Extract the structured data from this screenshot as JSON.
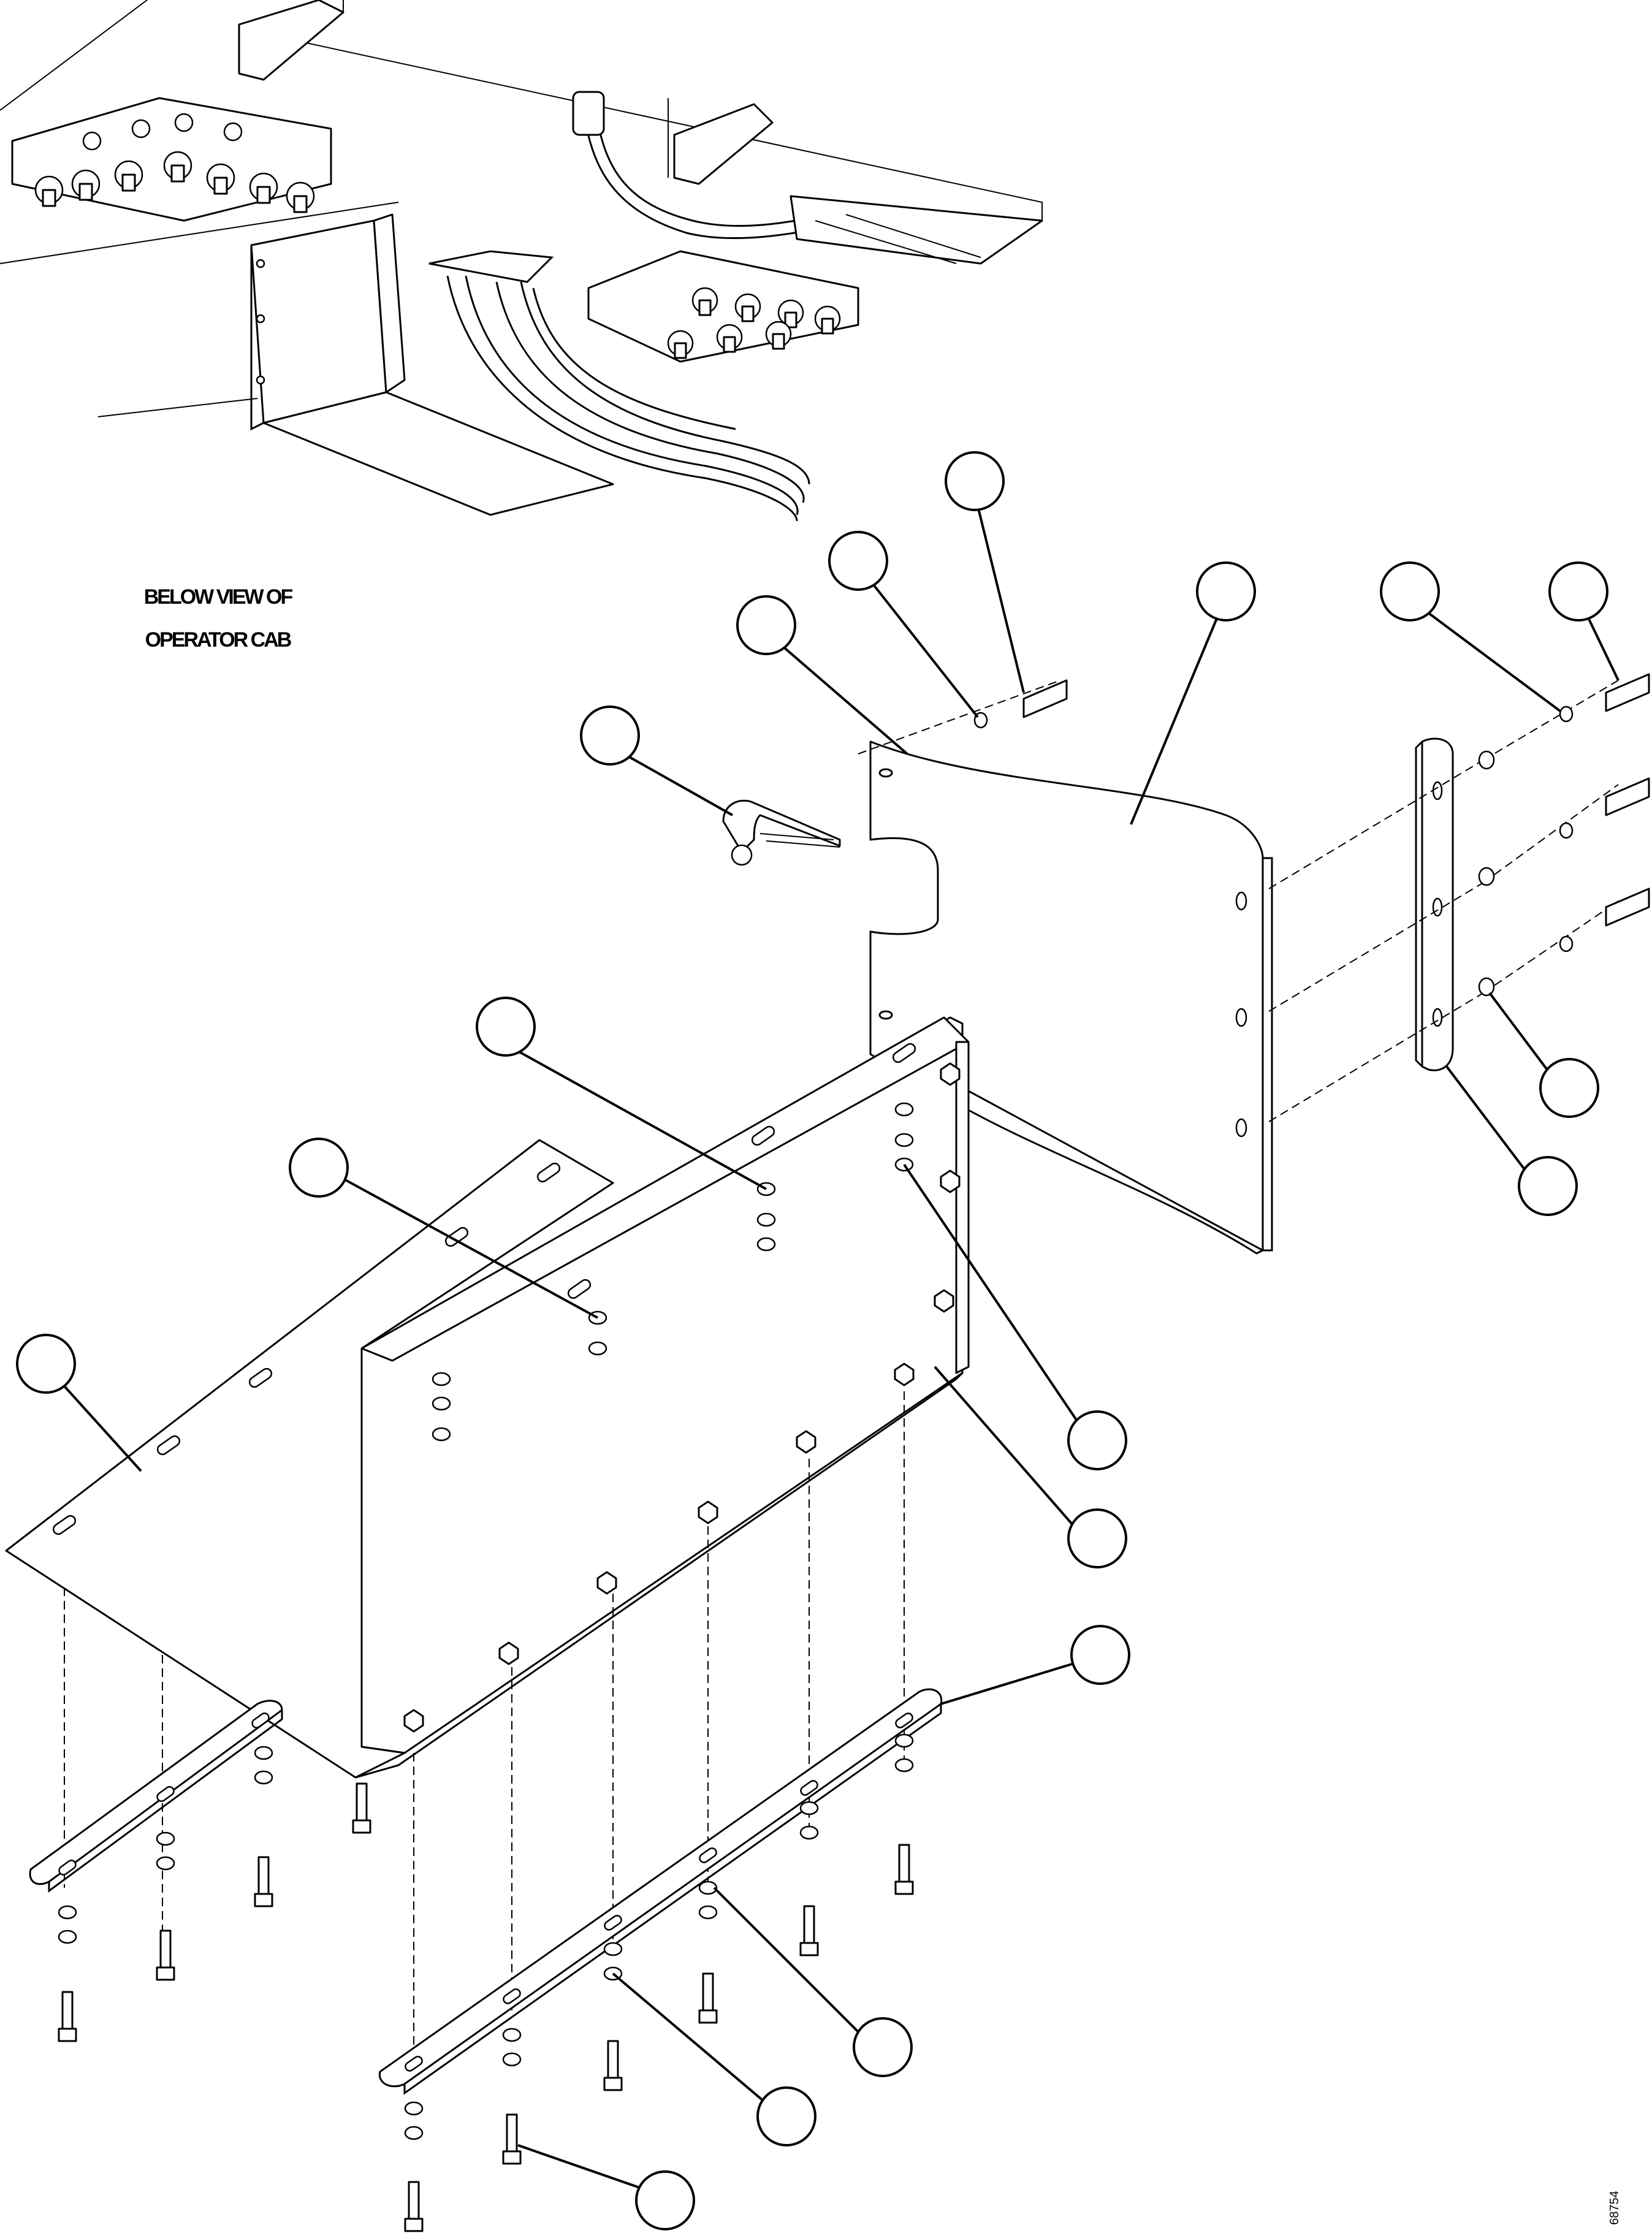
{
  "view_caption": {
    "line1": "BELOW VIEW OF",
    "line2": "OPERATOR CAB"
  },
  "drawing_number": "68754"
}
